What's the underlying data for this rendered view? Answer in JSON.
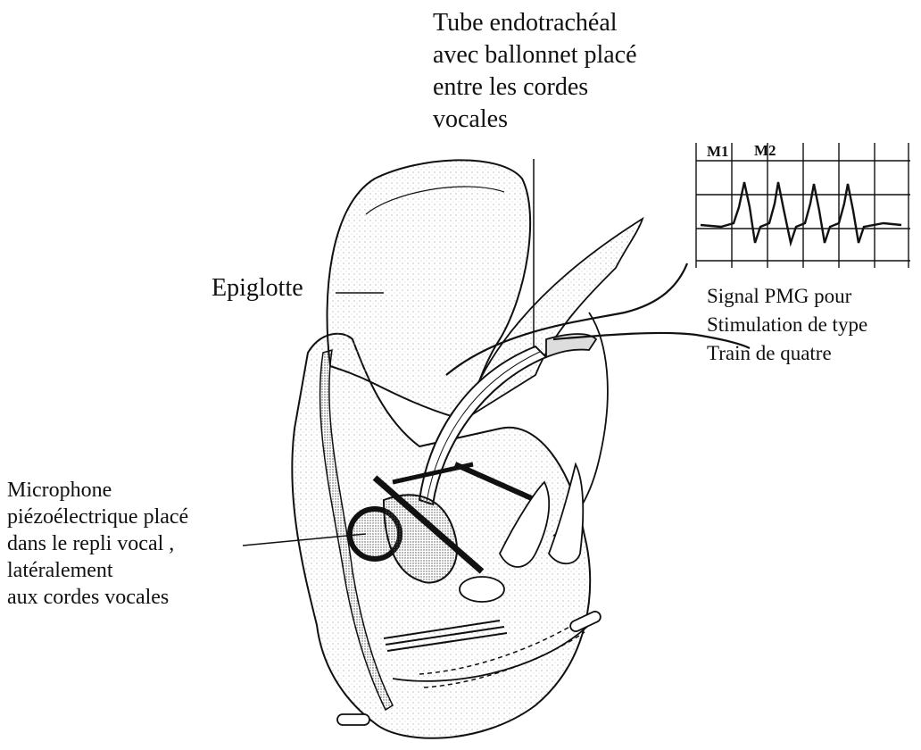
{
  "labels": {
    "tube": [
      "Tube endotrachéal",
      "avec ballonnet placé",
      "entre les cordes",
      "vocales"
    ],
    "epiglotte": "Epiglotte",
    "microphone": [
      "Microphone",
      "piézoélectrique placé",
      "dans le repli vocal ,",
      "latéralement",
      "aux cordes vocales"
    ],
    "signal": [
      "Signal PMG pour",
      "Stimulation de type",
      "Train de quatre"
    ]
  },
  "signal_panel": {
    "markers": [
      "M1",
      "M2"
    ]
  }
}
